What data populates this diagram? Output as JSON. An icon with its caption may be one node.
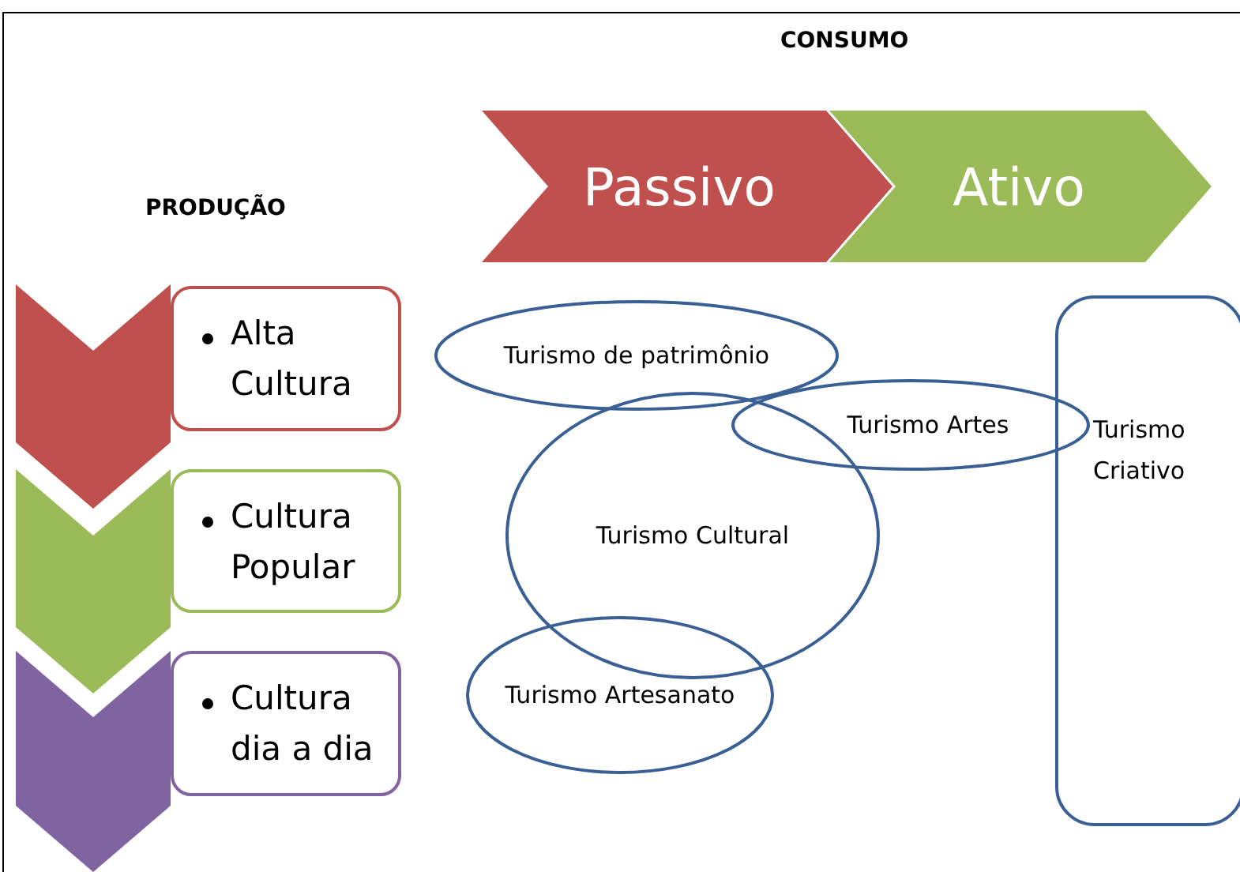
{
  "diagram": {
    "nodes": [
      {
        "text": [
          "Passivo"
        ]
      },
      {
        "text": [
          "Ativo"
        ]
      },
      {
        "text": [],
        "shape": "chevron"
      },
      {
        "text": [
          "Alta Cultura"
        ]
      },
      {
        "text": [],
        "shape": "chevron"
      },
      {
        "text": [
          "Cultura Popular"
        ]
      },
      {
        "text": [],
        "shape": "chevron"
      },
      {
        "text": [
          "Cultura dia a dia"
        ]
      },
      {
        "text": [
          "Turismo de patrimônio"
        ]
      },
      {
        "text": [
          "Turismo Artes"
        ]
      },
      {
        "text": [
          "Turismo Criativo"
        ]
      },
      {
        "text": [
          "Turismo Cultural"
        ]
      },
      {
        "text": [
          "Turismo Artesanato"
        ]
      }
    ],
    "edges": [],
    "labels": [
      "CONSUMO",
      "PRODUÇÃO"
    ]
  }
}
